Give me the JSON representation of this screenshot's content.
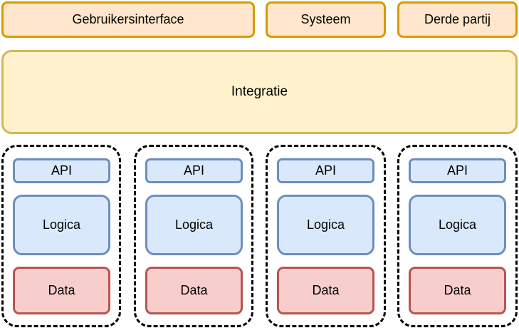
{
  "top_row": [
    {
      "label": "Gebruikersinterface"
    },
    {
      "label": "Systeem"
    },
    {
      "label": "Derde partij"
    }
  ],
  "integration": {
    "label": "Integratie"
  },
  "services": [
    {
      "api": "API",
      "logic": "Logica",
      "data": "Data"
    },
    {
      "api": "API",
      "logic": "Logica",
      "data": "Data"
    },
    {
      "api": "API",
      "logic": "Logica",
      "data": "Data"
    },
    {
      "api": "API",
      "logic": "Logica",
      "data": "Data"
    }
  ],
  "colors": {
    "top_fill": "#ffe6cc",
    "top_stroke": "#d79b00",
    "integration_fill": "#fff2cc",
    "integration_stroke": "#d6b656",
    "api_logic_fill": "#dae8fc",
    "api_logic_stroke": "#6c8ebf",
    "data_fill": "#f8cecc",
    "data_stroke": "#b85450"
  }
}
